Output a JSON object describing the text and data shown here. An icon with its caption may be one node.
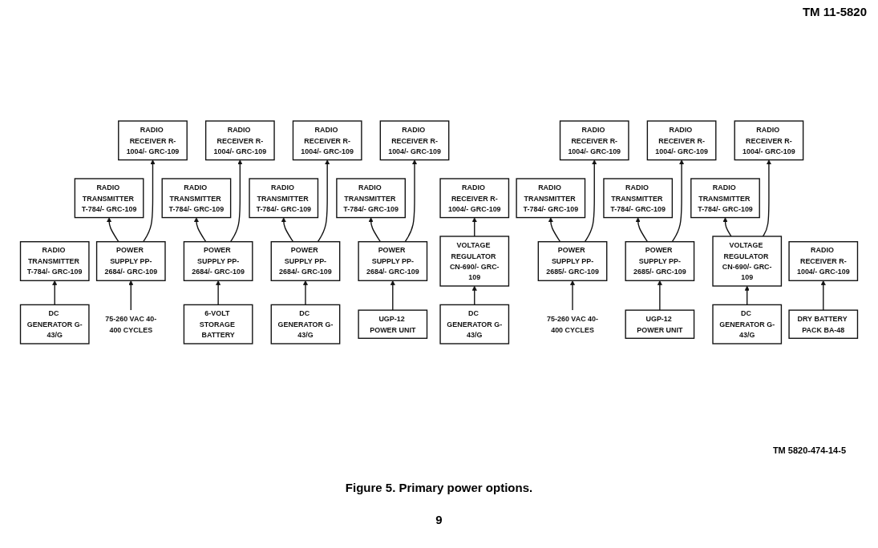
{
  "diagram": {
    "caption": "Figure 5. Primary power options.",
    "nodes": [
      {
        "text": [
          "RADIO RECEIVER R-1004/- GRC-109"
        ]
      },
      {
        "text": [
          "RADIO RECEIVER R-1004/- GRC-109"
        ]
      },
      {
        "text": [
          "RADIO RECEIVER R-1004/- GRC-109"
        ]
      },
      {
        "text": [
          "RADIO RECEIVER R-1004/- GRC-109"
        ]
      },
      {
        "text": [
          "RADIO RECEIVER R-1004/- GRC-109"
        ]
      },
      {
        "text": [
          "RADIO RECEIVER R-1004/- GRC-109"
        ]
      },
      {
        "text": [
          "RADIO RECEIVER R-1004/- GRC-109"
        ]
      },
      {
        "text": [
          "RADIO TRANSMITTER T-784/- GRC-109"
        ]
      },
      {
        "text": [
          "RADIO TRANSMITTER T-784/- GRC-109"
        ]
      },
      {
        "text": [
          "RADIO TRANSMITTER T-784/- GRC-109"
        ]
      },
      {
        "text": [
          "RADIO TRANSMITTER T-784/- GRC-109"
        ]
      },
      {
        "text": [
          "RADIO TRANSMITTER T-784/- GRC-109"
        ]
      },
      {
        "text": [
          "RADIO TRANSMITTER T-784/- GRC-109"
        ]
      },
      {
        "text": [
          "RADIO TRANSMITTER T-784/- GRC-109"
        ]
      },
      {
        "text": [
          "RADIO TRANSMITTER T-784/- GRC-109"
        ]
      },
      {
        "text": [
          "RADIO RECEIVER R-1004/- GRC-109"
        ]
      },
      {
        "text": [
          "DC GENERATOR G-43/G"
        ]
      },
      {
        "text": [
          "POWER SUPPLY PP-2684/- GRC-109"
        ]
      },
      {
        "text": [
          "POWER SUPPLY PP-2684/- GRC-109"
        ]
      },
      {
        "text": [
          "POWER SUPPLY PP-2684/- GRC-109"
        ]
      },
      {
        "text": [
          "POWER SUPPLY PP-2684/- GRC-109"
        ]
      },
      {
        "text": [
          "POWER SUPPLY PP-2685/- GRC-109"
        ]
      },
      {
        "text": [
          "POWER SUPPLY PP-2685/- GRC-109"
        ]
      },
      {
        "text": [
          "VOLTAGE REGULATOR CN-690/- GRC-109"
        ]
      },
      {
        "text": [
          "VOLTAGE REGULATOR CN-690/- GRC-109"
        ]
      },
      {
        "text": [
          "RADIO RECEIVER R-1004/- GRC-109"
        ]
      },
      {
        "text": [
          "75-260 VAC 40-400 CYCLES"
        ]
      },
      {
        "text": [
          "6-VOLT STORAGE BATTERY"
        ]
      },
      {
        "text": [
          "DC GENERATOR G-43/G"
        ]
      },
      {
        "text": [
          "UGP-12 POWER UNIT"
        ]
      },
      {
        "text": [
          "75-260 VAC 40-400 CYCLES"
        ]
      },
      {
        "text": [
          "UGP-12 POWER UNIT"
        ]
      },
      {
        "text": [
          "DC GENERATOR G-43/G"
        ]
      },
      {
        "text": [
          "DC GENERATOR G-43/G"
        ]
      },
      {
        "text": [
          "DRY BATTERY PACK BA-48"
        ]
      }
    ],
    "edges": [
      {
        "from": 26,
        "to": 17,
        "arrow": "to"
      },
      {
        "from": 17,
        "to": 8,
        "arrow": "to"
      },
      {
        "from": 17,
        "to": 0,
        "arrow": "to"
      },
      {
        "from": 27,
        "to": 18,
        "arrow": "to"
      },
      {
        "from": 18,
        "to": 9,
        "arrow": "to"
      },
      {
        "from": 18,
        "to": 1,
        "arrow": "to"
      },
      {
        "from": 28,
        "to": 19,
        "arrow": "to"
      },
      {
        "from": 19,
        "to": 10,
        "arrow": "to"
      },
      {
        "from": 19,
        "to": 2,
        "arrow": "to"
      },
      {
        "from": 29,
        "to": 20,
        "arrow": "to"
      },
      {
        "from": 20,
        "to": 11,
        "arrow": "to"
      },
      {
        "from": 20,
        "to": 3,
        "arrow": "to"
      },
      {
        "from": 30,
        "to": 21,
        "arrow": "to"
      },
      {
        "from": 21,
        "to": 12,
        "arrow": "to"
      },
      {
        "from": 21,
        "to": 4,
        "arrow": "to"
      },
      {
        "from": 31,
        "to": 22,
        "arrow": "to"
      },
      {
        "from": 22,
        "to": 13,
        "arrow": "to"
      },
      {
        "from": 22,
        "to": 5,
        "arrow": "to"
      },
      {
        "from": 32,
        "to": 23,
        "arrow": "to"
      },
      {
        "from": 23,
        "to": 14,
        "arrow": "to"
      },
      {
        "from": 23,
        "to": 6,
        "arrow": "to"
      },
      {
        "from": 33,
        "to": 24,
        "arrow": "to"
      },
      {
        "from": 24,
        "to": 15,
        "arrow": "to"
      },
      {
        "from": 16,
        "to": 7,
        "arrow": "to"
      },
      {
        "from": 34,
        "to": 25,
        "arrow": "to"
      }
    ],
    "labels": [
      "TM 11-5820",
      "TM 5820-474-14-5",
      "9"
    ]
  }
}
